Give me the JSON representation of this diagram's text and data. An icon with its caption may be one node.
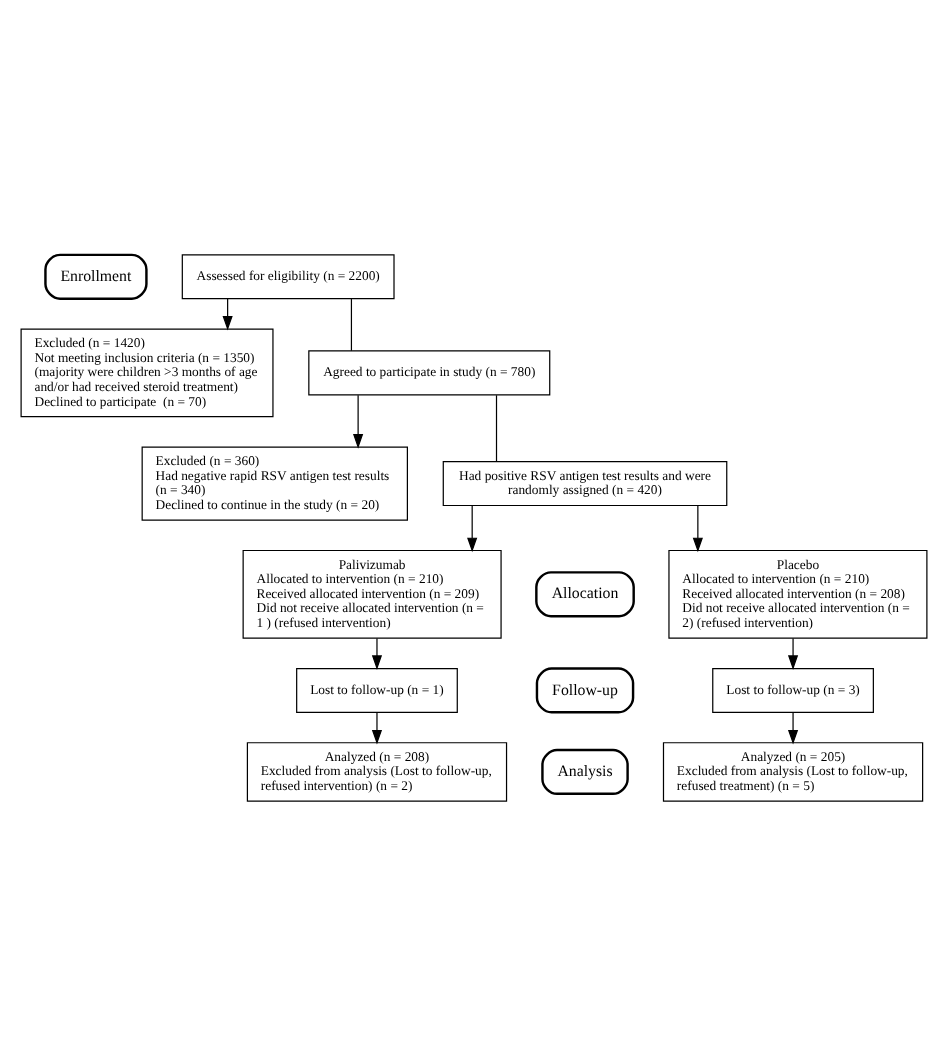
{
  "diagram": {
    "nodes": [
      {
        "text": [
          "Enrollment"
        ]
      },
      {
        "text": [
          "Assessed for eligibility (n = 2200)"
        ]
      },
      {
        "text": [
          "Excluded (n = 1420)",
          "Not meeting inclusion criteria (n = 1350) (majority were children >3 months of age and/or had received steroid treatment)",
          "Declined to participate  (n = 70)"
        ]
      },
      {
        "text": [
          "Agreed to participate in study (n = 780)"
        ]
      },
      {
        "text": [
          "Excluded (n = 360)",
          "Had negative rapid RSV antigen test results (n = 340)",
          "Declined to continue in the study (n = 20)"
        ]
      },
      {
        "text": [
          "Had positive RSV antigen test results and were randomly assigned (n = 420)"
        ]
      },
      {
        "text": [
          "Allocation"
        ]
      },
      {
        "text": [
          "Palivizumab",
          "Allocated to intervention (n = 210)",
          "Received allocated intervention (n = 209)",
          "Did not receive allocated intervention (n = 1 ) (refused intervention)"
        ]
      },
      {
        "text": [
          "Placebo",
          "Allocated to intervention (n = 210)",
          "Received allocated intervention (n = 208)",
          "Did not receive allocated intervention (n = 2) (refused intervention)"
        ]
      },
      {
        "text": [
          "Follow-up"
        ]
      },
      {
        "text": [
          "Lost to follow-up (n = 1)"
        ]
      },
      {
        "text": [
          "Lost to follow-up (n = 3)"
        ]
      },
      {
        "text": [
          "Analysis"
        ]
      },
      {
        "text": [
          "Analyzed (n = 208)",
          "Excluded from analysis (Lost to follow-up, refused intervention) (n = 2)"
        ]
      },
      {
        "text": [
          "Analyzed (n = 205)",
          "Excluded from analysis (Lost to follow-up, refused treatment) (n = 5)"
        ]
      }
    ],
    "edges": [
      {
        "from": 1,
        "to": 3,
        "arrow": "none"
      },
      {
        "from": 1,
        "to": 2,
        "arrow": "to"
      },
      {
        "from": 3,
        "to": 5,
        "arrow": "none"
      },
      {
        "from": 3,
        "to": 4,
        "arrow": "to"
      },
      {
        "from": 5,
        "to": 7,
        "arrow": "to"
      },
      {
        "from": 5,
        "to": 8,
        "arrow": "to"
      },
      {
        "from": 7,
        "to": 10,
        "arrow": "to"
      },
      {
        "from": 8,
        "to": 11,
        "arrow": "to"
      },
      {
        "from": 10,
        "to": 13,
        "arrow": "to"
      },
      {
        "from": 11,
        "to": 14,
        "arrow": "to"
      }
    ]
  }
}
